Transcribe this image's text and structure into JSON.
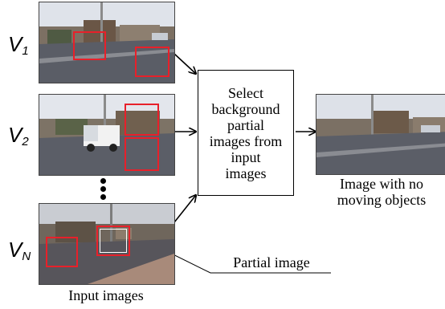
{
  "inputs": [
    {
      "label": "V",
      "sub": "1"
    },
    {
      "label": "V",
      "sub": "2"
    },
    {
      "label": "V",
      "sub": "N"
    }
  ],
  "process": {
    "text": "Select background partial images from input images"
  },
  "output": {
    "caption": "Image with no moving objects"
  },
  "annotation": {
    "partial_image": "Partial image"
  },
  "input_caption": "Input images",
  "colors": {
    "box": "#e8202a",
    "sky": "#d9dde4",
    "road": "#5a5d66"
  }
}
